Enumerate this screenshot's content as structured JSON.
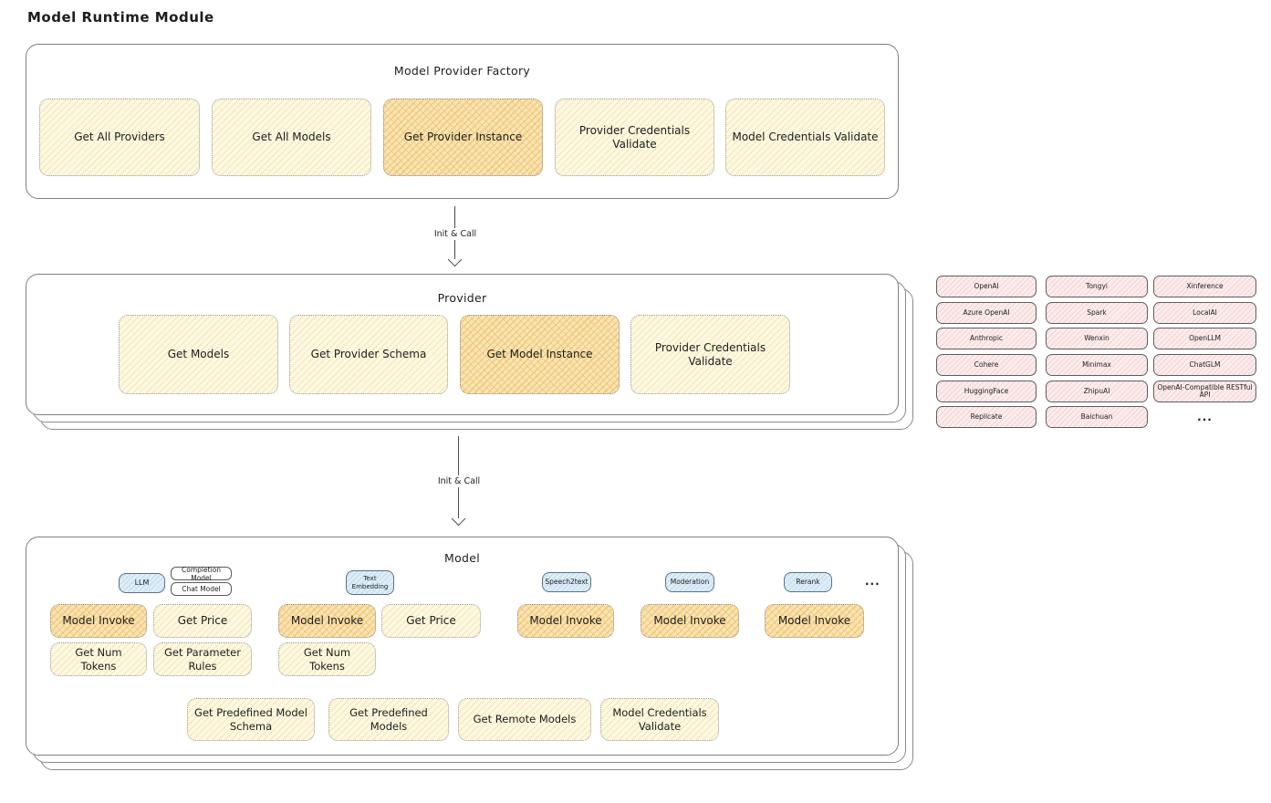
{
  "page": {
    "title": "Model Runtime Module"
  },
  "arrow_label": "Init & Call",
  "factory": {
    "title": "Model Provider Factory",
    "items": [
      {
        "label": "Get All Providers"
      },
      {
        "label": "Get All Models"
      },
      {
        "label": "Get Provider Instance"
      },
      {
        "label": "Provider Credentials Validate"
      },
      {
        "label": "Model Credentials Validate"
      }
    ]
  },
  "provider": {
    "title": "Provider",
    "items": [
      {
        "label": "Get Models"
      },
      {
        "label": "Get Provider Schema"
      },
      {
        "label": "Get Model Instance"
      },
      {
        "label": "Provider Credentials Validate"
      }
    ]
  },
  "providers_grid": {
    "col1": [
      "OpenAI",
      "Azure OpenAI",
      "Anthropic",
      "Cohere",
      "HuggingFace",
      "Replicate"
    ],
    "col2": [
      "Tongyi",
      "Spark",
      "Wenxin",
      "Minimax",
      "ZhipuAI",
      "Baichuan"
    ],
    "col3": [
      "Xinference",
      "LocalAI",
      "OpenLLM",
      "ChatGLM",
      "OpenAI-Compatible RESTful API"
    ],
    "more": "..."
  },
  "model": {
    "title": "Model",
    "badges": {
      "llm": "LLM",
      "completion_model": "Completion Model",
      "chat_model": "Chat Model",
      "text_embedding": "Text Embedding",
      "speech2text": "Speech2text",
      "moderation": "Moderation",
      "rerank": "Rerank",
      "more": "..."
    },
    "actions": {
      "model_invoke": "Model Invoke",
      "get_price": "Get Price",
      "get_num_tokens": "Get Num Tokens",
      "get_parameter_rules": "Get Parameter Rules"
    },
    "bottom": [
      "Get Predefined Model Schema",
      "Get Predefined Models",
      "Get Remote Models",
      "Model Credentials Validate"
    ]
  },
  "colors": {
    "highlight_fill": "#F9E5B4",
    "cream_fill": "#FDF8E1",
    "pink_fill": "#FCEDED",
    "blue_fill": "#DEEEF9"
  }
}
